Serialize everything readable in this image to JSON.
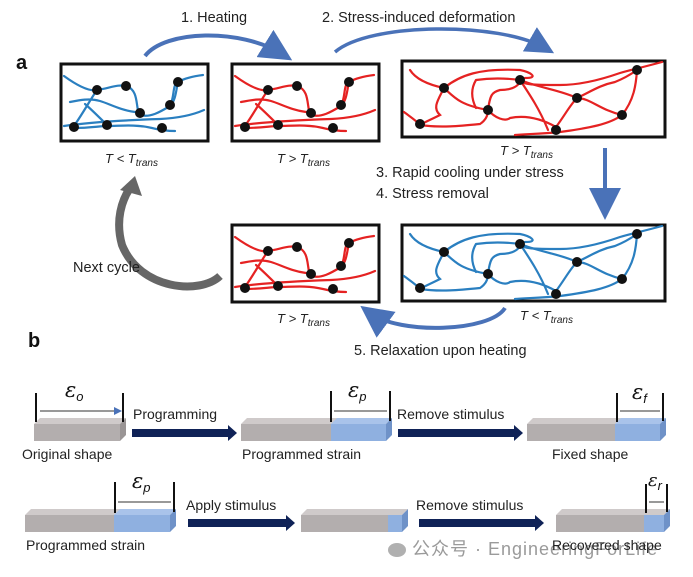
{
  "panel_a": {
    "label": "a",
    "steps": {
      "heating": "1. Heating",
      "deformation": "2. Stress-induced deformation",
      "cooling": "3. Rapid cooling under stress",
      "removal": "4. Stress removal",
      "relaxation": "5. Relaxation upon heating",
      "next_cycle": "Next cycle"
    },
    "states": [
      {
        "id": "initial",
        "T": "T",
        "op": "<",
        "Tsub": "trans",
        "chain_color": "#2a7fc0"
      },
      {
        "id": "heated",
        "T": "T",
        "op": ">",
        "Tsub": "trans",
        "chain_color": "#e52222"
      },
      {
        "id": "deformed",
        "T": "T",
        "op": ">",
        "Tsub": "trans",
        "chain_color": "#e52222"
      },
      {
        "id": "fixed",
        "T": "T",
        "op": "<",
        "Tsub": "trans",
        "chain_color": "#2a7fc0"
      },
      {
        "id": "recovered",
        "T": "T",
        "op": ">",
        "Tsub": "trans",
        "chain_color": "#e52222"
      }
    ]
  },
  "panel_b": {
    "label": "b",
    "row1": {
      "original": {
        "caption": "Original shape",
        "eps": "ε",
        "eps_sub": "o"
      },
      "arrow1": "Programming",
      "programmed": {
        "caption": "Programmed strain",
        "eps": "ε",
        "eps_sub": "p"
      },
      "arrow2": "Remove stimulus",
      "fixed": {
        "caption": "Fixed shape",
        "eps": "ε",
        "eps_sub": "f"
      }
    },
    "row2": {
      "programmed": {
        "caption": "Programmed strain",
        "eps": "ε",
        "eps_sub": "p"
      },
      "arrow1": "Apply stimulus",
      "arrow2": "Remove stimulus",
      "recovered": {
        "caption": "Recovered shape",
        "eps": "ε",
        "eps_sub": "r"
      }
    }
  },
  "colors": {
    "blue_chain": "#2a7fc0",
    "red_chain": "#e52222",
    "arrow_blue": "#4a72b8",
    "arrow_gray": "#666666",
    "navy_arrow": "#0f2257",
    "bar_gray": "#b3aeae",
    "bar_blue": "#8fb0e0"
  },
  "watermark": "公众号 · EngineeringForLife"
}
